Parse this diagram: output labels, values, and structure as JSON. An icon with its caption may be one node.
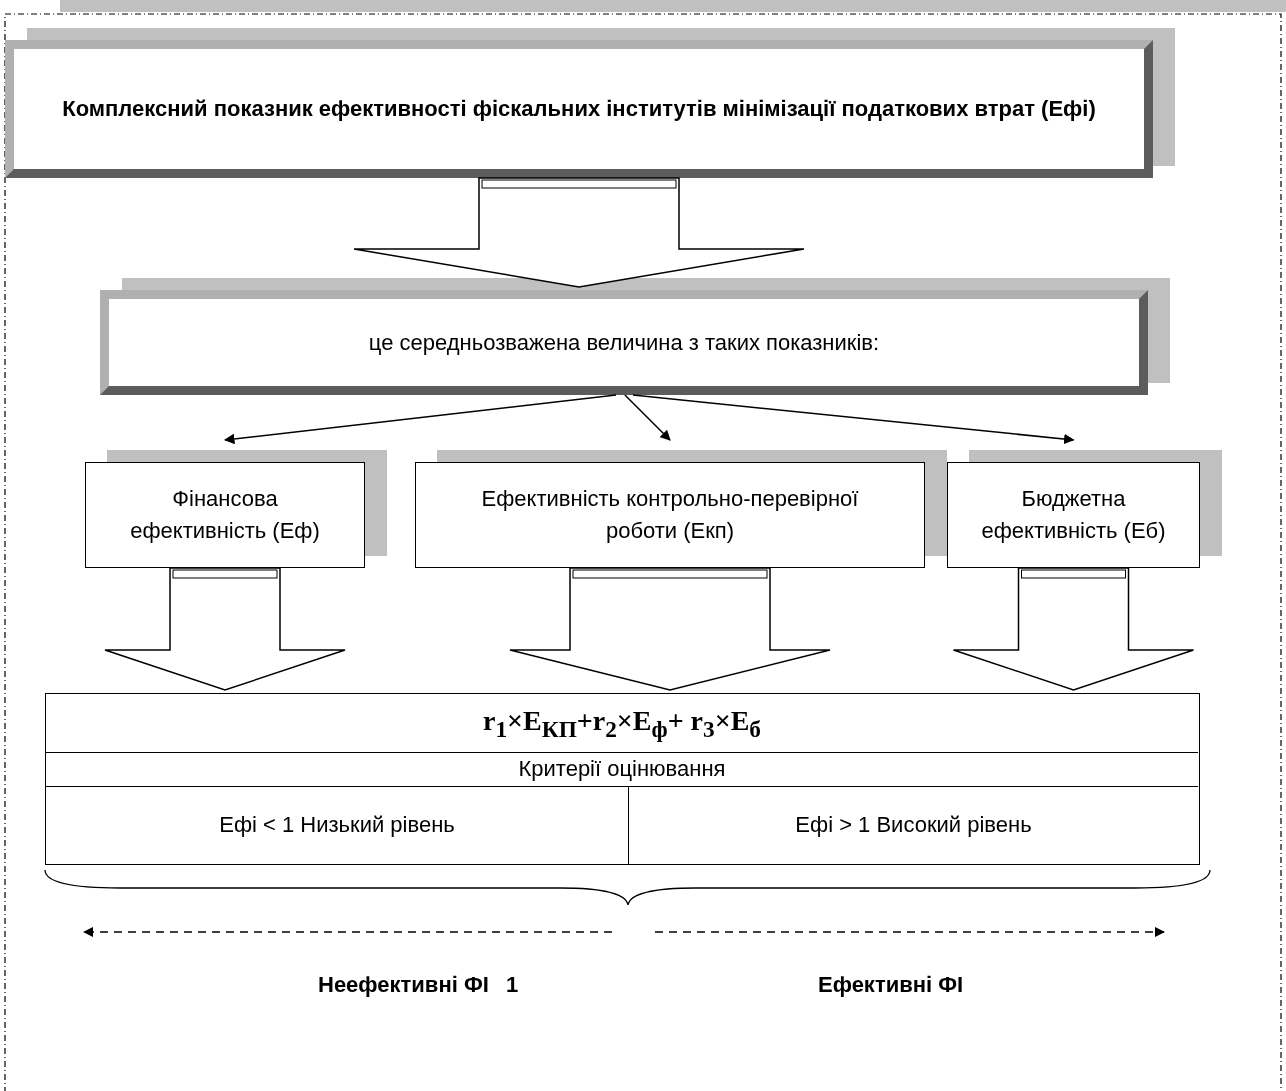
{
  "diagram": {
    "nodes": [
      {
        "text": [
          "Комплексний показник ефективності фіскальних інститутів мінімізації податкових втрат (Ефі)"
        ]
      },
      {
        "text": [
          "це середньозважена величина з таких показників:"
        ]
      },
      {
        "text": [
          "Фінансова ефективність (Еф)"
        ]
      },
      {
        "text": [
          "Ефективність контрольно-перевірної роботи (Екп)"
        ]
      },
      {
        "text": [
          "Бюджетна ефективність (Еб)"
        ]
      },
      {
        "text": [
          "r$_{1}$×E$_{КП}$+r$_{2}$×E$_{ф}$+ r$_{3}$×E$_{б}$",
          "Критерії оцінювання",
          "Ефі < 1 Низький рівень",
          "Ефі > 1 Високий рівень"
        ]
      }
    ],
    "edges": [
      {
        "from": 0,
        "to": 1,
        "arrow": "to"
      },
      {
        "from": 1,
        "to": 2,
        "arrow": "to"
      },
      {
        "from": 1,
        "to": 3,
        "arrow": "to"
      },
      {
        "from": 1,
        "to": 4,
        "arrow": "to"
      },
      {
        "from": 2,
        "to": 5,
        "arrow": "to"
      },
      {
        "from": 3,
        "to": 5,
        "arrow": "to"
      },
      {
        "from": 4,
        "to": 5,
        "arrow": "to"
      }
    ],
    "labels": [
      "Неефективні ФІ",
      "1",
      "Ефективні ФІ"
    ]
  }
}
